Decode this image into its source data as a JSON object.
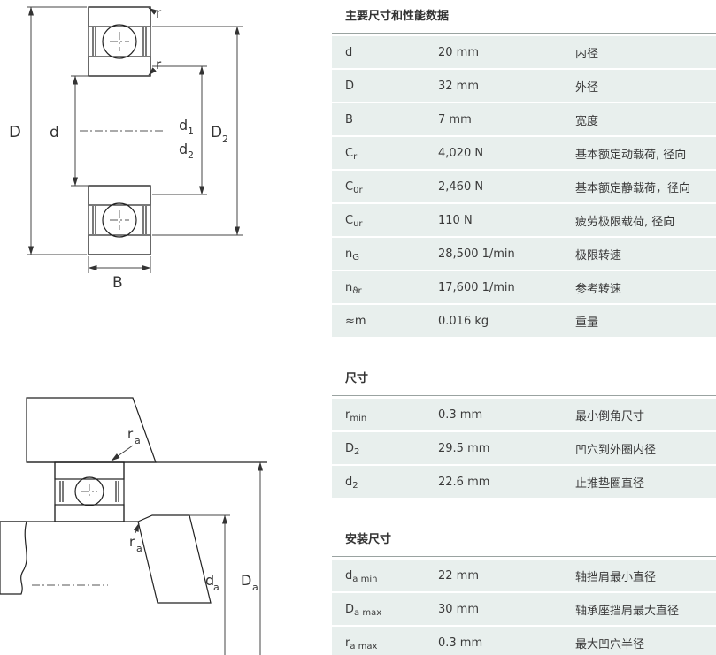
{
  "colors": {
    "row_bg": "#e8efed",
    "rule": "#9aa3a1",
    "text": "#3a3a3a",
    "drawing_line": "#222222"
  },
  "diagrams": {
    "section_view": {
      "outer_dia": "D",
      "bore_dia": "d",
      "d1_base": "d",
      "d1_sub": "1",
      "d2_base": "d",
      "d2_sub": "2",
      "D2_base": "D",
      "D2_sub": "2",
      "width": "B",
      "r_upper": "r",
      "r_lower": "r"
    },
    "mounting_view": {
      "ra_upper_base": "r",
      "ra_upper_sub": "a",
      "ra_lower_base": "r",
      "ra_lower_sub": "a",
      "da_base": "d",
      "da_sub": "a",
      "Da_base": "D",
      "Da_sub": "a"
    }
  },
  "table": {
    "sections": [
      {
        "title": "主要尺寸和性能数据",
        "rows": [
          {
            "sym": "d",
            "sub": "",
            "value": "20 mm",
            "desc": "内径"
          },
          {
            "sym": "D",
            "sub": "",
            "value": "32 mm",
            "desc": "外径"
          },
          {
            "sym": "B",
            "sub": "",
            "value": "7 mm",
            "desc": "宽度"
          },
          {
            "sym": "C",
            "sub": "r",
            "value": "4,020 N",
            "desc": "基本额定动载荷, 径向"
          },
          {
            "sym": "C",
            "sub": "0r",
            "value": "2,460 N",
            "desc": "基本额定静载荷，径向"
          },
          {
            "sym": "C",
            "sub": "ur",
            "value": "110 N",
            "desc": "疲劳极限载荷, 径向"
          },
          {
            "sym": "n",
            "sub": "G",
            "value": "28,500 1/min",
            "desc": "极限转速"
          },
          {
            "sym": "n",
            "sub": "ϑr",
            "value": "17,600 1/min",
            "desc": "参考转速"
          },
          {
            "sym": "≈m",
            "sub": "",
            "value": "0.016 kg",
            "desc": "重量"
          }
        ]
      },
      {
        "title": "尺寸",
        "rows": [
          {
            "sym": "r",
            "sub": "min",
            "value": "0.3 mm",
            "desc": "最小倒角尺寸"
          },
          {
            "sym": "D",
            "sub": "2",
            "value": "29.5 mm",
            "desc": "凹穴到外圈内径"
          },
          {
            "sym": "d",
            "sub": "2",
            "value": "22.6 mm",
            "desc": "止推垫圈直径"
          }
        ]
      },
      {
        "title": "安装尺寸",
        "rows": [
          {
            "sym": "d",
            "sub": "a min",
            "value": "22 mm",
            "desc": "轴挡肩最小直径"
          },
          {
            "sym": "D",
            "sub": "a max",
            "value": "30 mm",
            "desc": "轴承座挡肩最大直径"
          },
          {
            "sym": "r",
            "sub": "a max",
            "value": "0.3 mm",
            "desc": "最大凹穴半径"
          }
        ]
      }
    ]
  }
}
